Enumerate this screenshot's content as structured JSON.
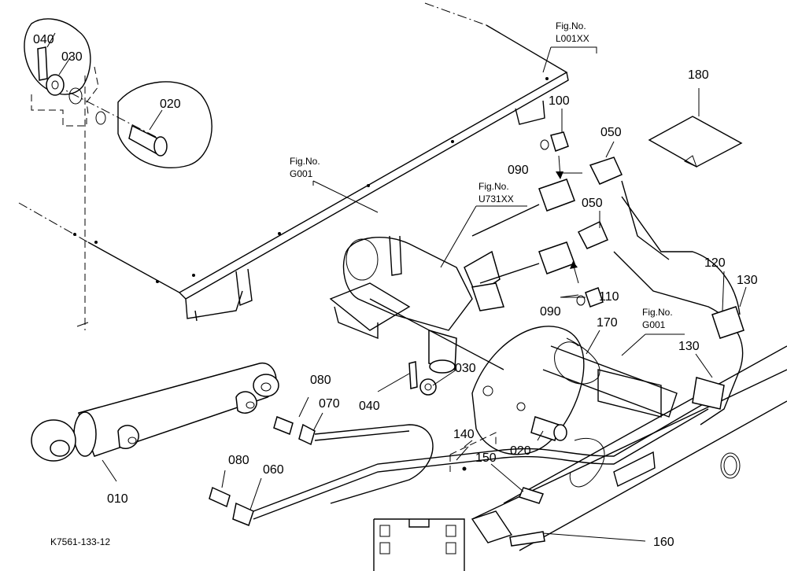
{
  "diagram": {
    "code": "K7561-133-12",
    "fig_refs": {
      "top_right": {
        "line1": "Fig.No.",
        "line2": "L001XX"
      },
      "left_frame": {
        "line1": "Fig.No.",
        "line2": "G001"
      },
      "valve": {
        "line1": "Fig.No.",
        "line2": "U731XX"
      },
      "right_frame": {
        "line1": "Fig.No.",
        "line2": "G001"
      }
    },
    "part_labels": {
      "p040a": "040",
      "p030a": "030",
      "p020a": "020",
      "p100": "100",
      "p050a": "050",
      "p090a": "090",
      "p050b": "050",
      "p090b": "090",
      "p110": "110",
      "p120": "120",
      "p130a": "130",
      "p130b": "130",
      "p170": "170",
      "p180": "180",
      "p080a": "080",
      "p070": "070",
      "p040b": "040",
      "p030b": "030",
      "p010": "010",
      "p140": "140",
      "p150": "150",
      "p020b": "020",
      "p080b": "080",
      "p060": "060",
      "p160": "160"
    }
  }
}
